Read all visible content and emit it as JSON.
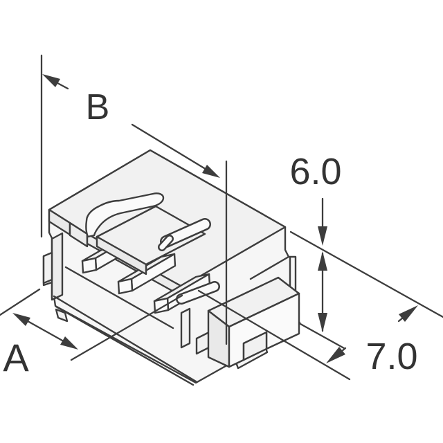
{
  "figure": {
    "type": "isometric-technical-drawing",
    "subject": "right-angle-smt-connector-header",
    "dimensions": {
      "a_label": "A",
      "b_label": "B",
      "height_label": "6.0",
      "depth_label": "7.0"
    },
    "colors": {
      "line": "#3d3d3d",
      "text": "#333333",
      "face_light": "#f6f6f6",
      "face_mid": "#ececec",
      "background": "#ffffff"
    }
  }
}
